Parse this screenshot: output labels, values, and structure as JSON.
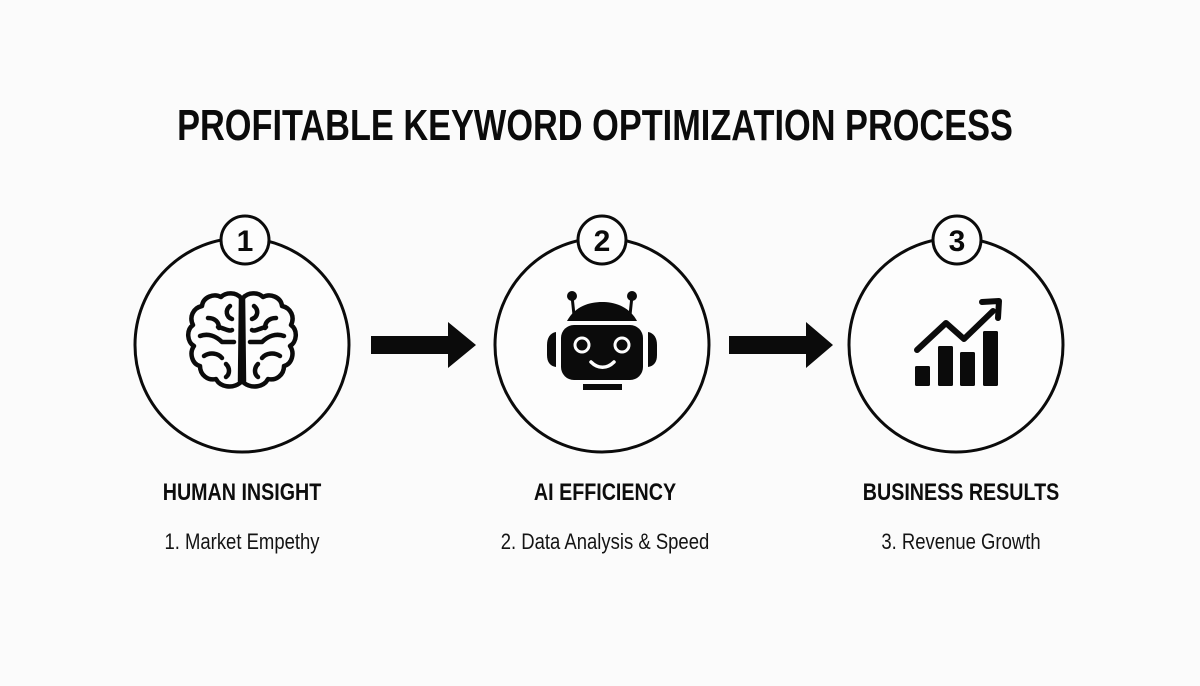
{
  "title": "PROFITABLE KEYWORD OPTIMIZATION PROCESS",
  "colors": {
    "background": "#fbfbfb",
    "ink": "#0b0b0b"
  },
  "steps": [
    {
      "number": "1",
      "icon": "brain-icon",
      "heading": "HUMAN INSIGHT",
      "subtitle": "1. Market Empethy"
    },
    {
      "number": "2",
      "icon": "robot-icon",
      "heading": "AI EFFICIENCY",
      "subtitle": "2. Data Analysis & Speed"
    },
    {
      "number": "3",
      "icon": "growth-chart-icon",
      "heading": "BUSINESS RESULTS",
      "subtitle": "3. Revenue Growth"
    }
  ],
  "connectors": [
    {
      "icon": "arrow-right-icon",
      "from": "1",
      "to": "2"
    },
    {
      "icon": "arrow-right-icon",
      "from": "2",
      "to": "3"
    }
  ]
}
